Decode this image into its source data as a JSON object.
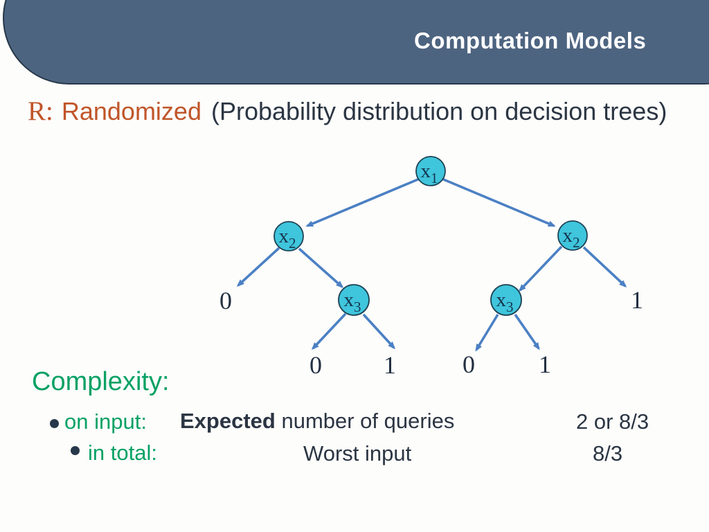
{
  "header": {
    "title": "Computation Models"
  },
  "subtitle": {
    "model_label": "R:",
    "model_name": "Randomized",
    "description": "(Probability distribution on decision trees)"
  },
  "tree": {
    "nodes": [
      {
        "var": "x",
        "sub": "1"
      },
      {
        "var": "x",
        "sub": "2"
      },
      {
        "var": "x",
        "sub": "2"
      },
      {
        "var": "x",
        "sub": "3"
      },
      {
        "var": "x",
        "sub": "3"
      }
    ],
    "leaves": {
      "far_left": "0",
      "ll": "0",
      "lr": "1",
      "rl": "0",
      "rr": "1",
      "far_right": "1"
    }
  },
  "complexity": {
    "heading": "Complexity:",
    "rows": [
      {
        "bullet_label": "on input:",
        "measure_bold": "Expected",
        "measure_rest": " number of queries",
        "value": "2 or 8/3"
      },
      {
        "bullet_label": "in total:",
        "measure_bold": "",
        "measure_rest": "Worst input",
        "value": "8/3"
      }
    ]
  },
  "colors": {
    "header_bg": "#4d6480",
    "header_border": "#27384a",
    "title_text": "#ffffff",
    "accent_orange": "#c05529",
    "accent_green": "#07a164",
    "body_text": "#2b3543",
    "node_fill": "#3fc5dc",
    "node_stroke": "#1d4253",
    "edge_blue": "#4b80c4"
  }
}
